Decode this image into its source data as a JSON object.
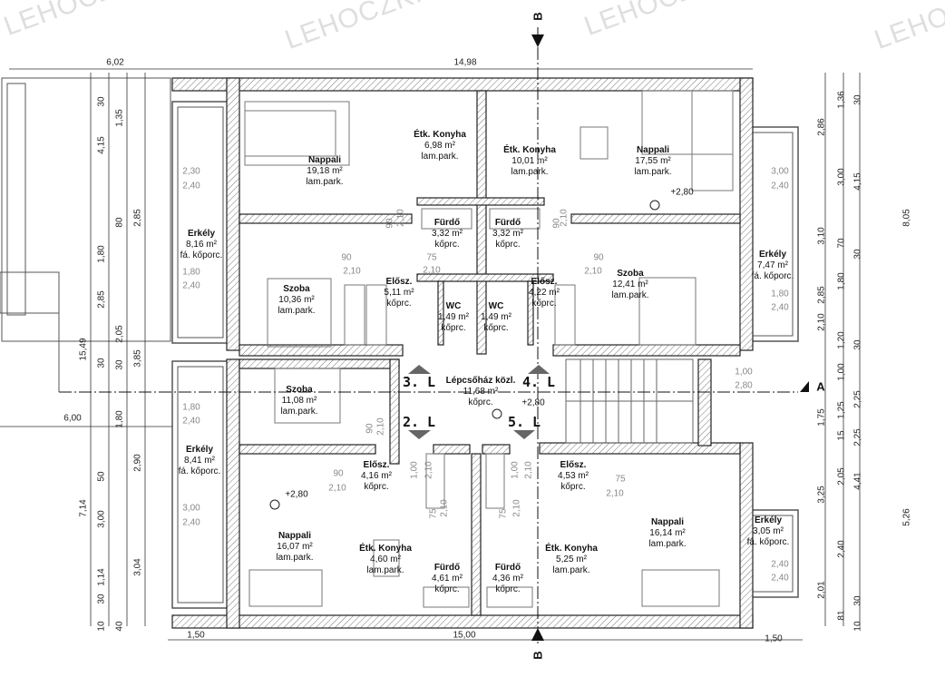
{
  "title": "Floor plan",
  "watermark": "LEHOCZKI INGATLAN",
  "rooms": [
    {
      "name": "Étk. Konyha",
      "area": "6,98 m²",
      "floor": "lam.park."
    },
    {
      "name": "Étk. Konyha",
      "area": "10,01 m²",
      "floor": "lam.park."
    },
    {
      "name": "Nappali",
      "area": "19,18 m²",
      "floor": "lam.park."
    },
    {
      "name": "Nappali",
      "area": "17,55 m²",
      "floor": "lam.park."
    },
    {
      "name": "Erkély",
      "area": "8,16 m²",
      "floor": "fá. kőporc."
    },
    {
      "name": "Fürdő",
      "area": "3,32 m²",
      "floor": "kőprc."
    },
    {
      "name": "Fürdő",
      "area": "3,32 m²",
      "floor": "kőprc."
    },
    {
      "name": "Erkély",
      "area": "7,47 m²",
      "floor": "fá. kőporc."
    },
    {
      "name": "Szoba",
      "area": "10,36 m²",
      "floor": "lam.park."
    },
    {
      "name": "Elősz.",
      "area": "5,11 m²",
      "floor": "kőprc."
    },
    {
      "name": "Elősz.",
      "area": "4,22 m²",
      "floor": "kőprc."
    },
    {
      "name": "Szoba",
      "area": "12,41 m²",
      "floor": "lam.park."
    },
    {
      "name": "WC",
      "area": "1,49 m²",
      "floor": "kőprc."
    },
    {
      "name": "WC",
      "area": "1,49 m²",
      "floor": "kőprc."
    },
    {
      "name": "Szoba",
      "area": "11,08 m²",
      "floor": "lam.park."
    },
    {
      "name": "Lépcsőház közl.",
      "area": "11,68 m²",
      "floor": "kőprc."
    },
    {
      "name": "Erkély",
      "area": "8,41 m²",
      "floor": "fá. kőporc."
    },
    {
      "name": "Elősz.",
      "area": "4,16 m²",
      "floor": "kőprc."
    },
    {
      "name": "Elősz.",
      "area": "4,53 m²",
      "floor": "kőprc."
    },
    {
      "name": "Nappali",
      "area": "16,07 m²",
      "floor": "lam.park."
    },
    {
      "name": "Étk. Konyha",
      "area": "4,60 m²",
      "floor": "lam.park."
    },
    {
      "name": "Nappali",
      "area": "16,14 m²",
      "floor": "lam.park."
    },
    {
      "name": "Erkély",
      "area": "3,05 m²",
      "floor": "fá. kőporc."
    },
    {
      "name": "Étk. Konyha",
      "area": "5,25 m²",
      "floor": "lam.park."
    },
    {
      "name": "Fürdő",
      "area": "4,61 m²",
      "floor": "kőprc."
    },
    {
      "name": "Fürdő",
      "area": "4,36 m²",
      "floor": "kőprc."
    }
  ],
  "levels": [
    "+2,80",
    "+2,80",
    "+2,80"
  ],
  "stair_marks": [
    "3. L",
    "4. L",
    "2. L",
    "5. L"
  ],
  "sections": {
    "b_top": "B",
    "b_bottom": "B",
    "a": "A"
  },
  "dimensions": {
    "top": [
      "6,02",
      "14,98"
    ],
    "bottom": [
      "1,50",
      "15,00",
      "1,50"
    ],
    "left_side": [
      "6,00",
      "15,49",
      "7,14",
      "4,15",
      "2,85",
      "1,80",
      "2,85",
      "1,35",
      "30",
      "80",
      "30",
      "3,85",
      "2,05",
      "30",
      "1,80",
      "50",
      "3,00",
      "30",
      "1,14",
      "10",
      "40",
      "2,90",
      "3,04"
    ],
    "right_side": [
      "8,05",
      "2,86",
      "1,36",
      "30",
      "3,00",
      "4,15",
      "3,10",
      "70",
      "30",
      "1,80",
      "2,85",
      "2,10",
      "1,20",
      "30",
      "1,00",
      "2,25",
      "1,75",
      "1,25",
      "15",
      "2,25",
      "3,25",
      "2,05",
      "4,41",
      "2,40",
      "5,26",
      "2,01",
      "81",
      "30",
      "10"
    ],
    "openings": [
      "2,30",
      "2,40",
      "1,80",
      "2,40",
      "3,00",
      "2,40",
      "1,80",
      "2,40",
      "1,80",
      "2,40",
      "3,00",
      "2,40",
      "2,40",
      "2,40",
      "1,00",
      "2,80"
    ],
    "doors": [
      "90",
      "2,10",
      "90",
      "2,10",
      "90",
      "2,10",
      "90",
      "2,10",
      "90",
      "2,10",
      "90",
      "2,10",
      "75",
      "2,10",
      "75",
      "2,10",
      "1,00",
      "2,10",
      "1,00",
      "2,10",
      "75",
      "2,10",
      "75",
      "2,10"
    ]
  }
}
